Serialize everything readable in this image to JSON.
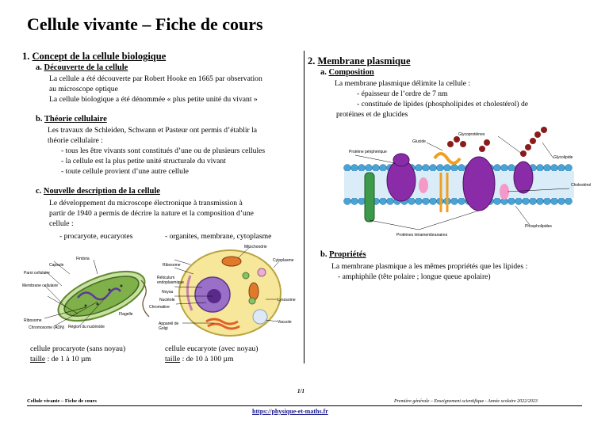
{
  "title": "Cellule vivante – Fiche de cours",
  "s1": {
    "num": "1.",
    "heading": "Concept de la cellule biologique",
    "a": {
      "num": "a.",
      "heading": "Découverte de la cellule",
      "lines": [
        "La cellule a été découverte par Robert Hooke en 1665 par observation",
        "au microscope optique",
        "La cellule biologique a été dénommée « plus petite unité du vivant »"
      ]
    },
    "b": {
      "num": "b.",
      "heading": "Théorie cellulaire",
      "lines": [
        "Les travaux de Schleiden, Schwann et Pasteur ont permis d’établir la",
        "théorie cellulaire :",
        "- tous les être vivants sont constitués d’une ou de plusieurs cellules",
        "- la cellule est la plus petite unité structurale du vivant",
        "- toute cellule provient d’une autre cellule"
      ]
    },
    "c": {
      "num": "c.",
      "heading": "Nouvelle description de la cellule",
      "lines": [
        "Le développement du microscope électronique à transmission à",
        "partir de 1940 a permis de décrire la nature et la composition d’une",
        "cellule :"
      ],
      "col_left": "- procaryote, eucaryotes",
      "col_right": "- organites, membrane, cytoplasme"
    },
    "prokaryote": {
      "labels": [
        "Fimbria",
        "Capsule",
        "Paroi cellulaire",
        "Membrane cellulaire",
        "Ribosome",
        "Chromosome (ADN)",
        "Région du nucléoïde",
        "Flagelle"
      ],
      "caption": "cellule procaryote (sans noyau)",
      "size_label": "taille",
      "size_value": " : de 1 à 10 µm"
    },
    "eukaryote": {
      "labels": [
        "Mitochondrie",
        "Cytoplasme",
        "Ribosome",
        "Réticulum endoplasmique",
        "Noyau",
        "Nucléole",
        "Chromatine",
        "Lysosome",
        "Vacuole",
        "Appareil de Golgi"
      ],
      "caption": "cellule eucaryote (avec noyau)",
      "size_label": "taille",
      "size_value": " : de 10 à 100 µm"
    }
  },
  "s2": {
    "num": "2.",
    "heading": "Membrane plasmique",
    "a": {
      "num": "a.",
      "heading": "Composition",
      "lines": [
        "La membrane plasmique délimite la cellule :",
        "- épaisseur de l’ordre de 7 nm",
        "- constituée de lipides (phospholipides et cholestérol) de",
        "protéines et de glucides"
      ]
    },
    "membrane": {
      "labels": [
        "Glucide",
        "Glycoprotéines",
        "Protéine périphérique",
        "Glycolipide",
        "Cholestérol",
        "Phospholipides",
        "Protéines intramembranaires"
      ]
    },
    "b": {
      "num": "b.",
      "heading": "Propriétés",
      "lines": [
        "La membrane plasmique a les mêmes propriétés que les lipides :",
        "- amphiphile (tête polaire ; longue queue apolaire)"
      ]
    }
  },
  "footer": {
    "page": "1/1",
    "left": "Cellule vivante – Fiche de cours",
    "right": "Première générale – Enseignement scientifique -  Année scolaire 2022/2023",
    "link": "https://physique-et-maths.fr"
  },
  "colors": {
    "membrane_head": "#4aa3d6",
    "protein": "#8a2ca8",
    "glucide": "#8b1c1c",
    "prokaryote_body": "#7fb04a",
    "eukaryote_cytoplasm": "#f6e79a"
  }
}
